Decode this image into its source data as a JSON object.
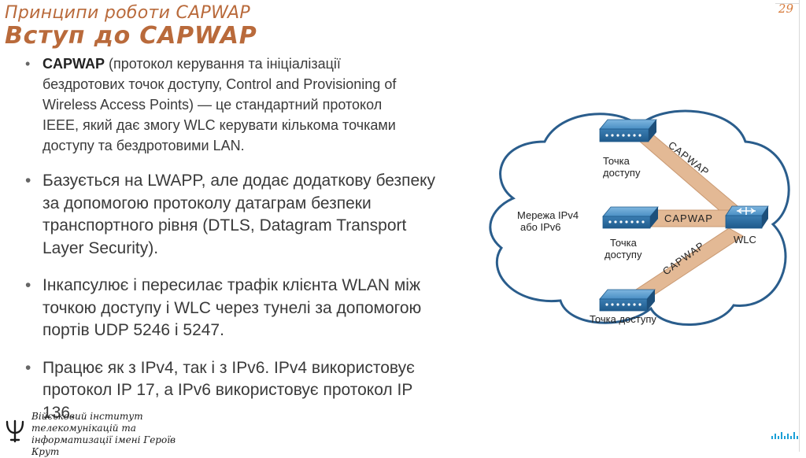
{
  "slide": {
    "number": "29",
    "title_line1": "Принципи роботи CAPWAP",
    "title_line2": "Вступ до CAPWAP"
  },
  "bullets": {
    "b1": {
      "bold": "CAPWAP",
      "lines": [
        " (протокол керування та ініціалізації",
        "бездротових точок доступу, Control and Provisioning of",
        "Wireless Access Points) — це стандартний протокол",
        "IEEE, який дає змогу WLC керувати кількома точками",
        "доступу та бездротовими LAN."
      ]
    },
    "b2": [
      "Базується на LWAPP, але додає додаткову безпеку",
      "за допомогою протоколу датаграм безпеки",
      "транспортного рівня (DTLS, Datagram Transport",
      "Layer Security)."
    ],
    "b3": [
      "Інкапсулює і пересилає трафік клієнта WLAN між",
      "точкою доступу і WLC через тунелі за допомогою",
      "портів UDP 5246 і 5247."
    ],
    "b4": [
      "Працює як з IPv4, так і з IPv6. IPv4 використовує",
      "протокол IP 17, а IPv6 використовує протокол IP",
      "136."
    ]
  },
  "diagram": {
    "cloud_label_line1": "Мережа IPv4",
    "cloud_label_line2": "або IPv6",
    "ap_top_line1": "Точка",
    "ap_top_line2": "доступу",
    "ap_mid_line1": "Точка",
    "ap_mid_line2": "доступу",
    "ap_bottom": "Точка доступу",
    "wlc": "WLC",
    "tunnel_top": "CAPWAP",
    "tunnel_mid": "CAPWAP",
    "tunnel_bottom": "CAPWAP"
  },
  "footer": {
    "line1": "Військовий інститут",
    "line2": "телекомунікацій та",
    "line3": "інформатизації імені Героїв",
    "line4": "Крут"
  },
  "colors": {
    "title": "#b96a3b",
    "slide_number": "#d77a3a",
    "text": "#3a3a3a",
    "tunnel": "#e0b48e",
    "cloud_stroke": "#2a5d8c",
    "device": "#2f6f9e",
    "cisco": "#1ba0d7"
  },
  "icons": {
    "institute": "psi-icon",
    "brand": "cisco-logo"
  }
}
